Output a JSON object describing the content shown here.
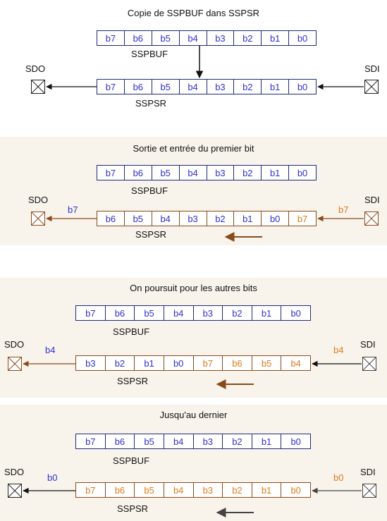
{
  "bits": [
    "b7",
    "b6",
    "b5",
    "b4",
    "b3",
    "b2",
    "b1",
    "b0"
  ],
  "labels": {
    "sspbuf": "SSPBUF",
    "sspsr": "SSPSR",
    "sdo": "SDO",
    "sdi": "SDI"
  },
  "steps": [
    {
      "title": "Copie de SSPBUF dans SSPSR",
      "sspsr": [
        "b7",
        "b6",
        "b5",
        "b4",
        "b3",
        "b2",
        "b1",
        "b0"
      ],
      "sspsr_orange": [
        false,
        false,
        false,
        false,
        false,
        false,
        false,
        false
      ],
      "out_bit": "",
      "in_bit": ""
    },
    {
      "title": "Sortie et entrée du premier bit",
      "sspsr": [
        "b6",
        "b5",
        "b4",
        "b3",
        "b2",
        "b1",
        "b0",
        "b7"
      ],
      "sspsr_orange": [
        false,
        false,
        false,
        false,
        false,
        false,
        false,
        true
      ],
      "out_bit": "b7",
      "in_bit": "b7"
    },
    {
      "title": "On poursuit pour les autres bits",
      "sspsr": [
        "b3",
        "b2",
        "b1",
        "b0",
        "b7",
        "b6",
        "b5",
        "b4"
      ],
      "sspsr_orange": [
        false,
        false,
        false,
        false,
        true,
        true,
        true,
        true
      ],
      "out_bit": "b4",
      "in_bit": "b4"
    },
    {
      "title": "Jusqu'au dernier",
      "sspsr": [
        "b7",
        "b6",
        "b5",
        "b4",
        "b3",
        "b2",
        "b1",
        "b0"
      ],
      "sspsr_orange": [
        true,
        true,
        true,
        true,
        true,
        true,
        true,
        true
      ],
      "out_bit": "b0",
      "in_bit": "b0"
    }
  ],
  "colors": {
    "blue_bit": "#2f2fd0",
    "orange_bit": "#e07a1a",
    "out_border": "#8b4a1a",
    "buf_border": "#1e2a7a"
  }
}
